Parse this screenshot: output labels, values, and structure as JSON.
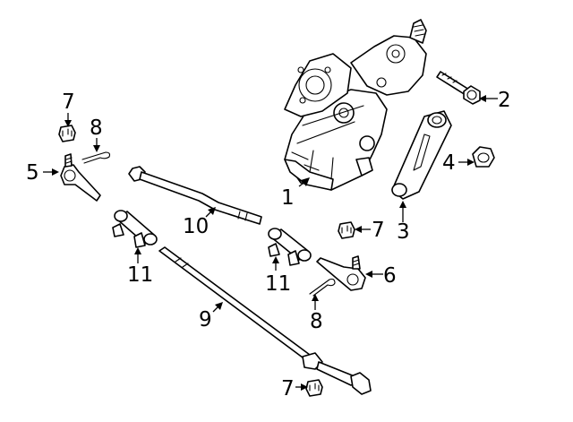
{
  "diagram": {
    "callouts": [
      {
        "id": "c1",
        "label": "1"
      },
      {
        "id": "c2",
        "label": "2"
      },
      {
        "id": "c3",
        "label": "3"
      },
      {
        "id": "c4",
        "label": "4"
      },
      {
        "id": "c5",
        "label": "5"
      },
      {
        "id": "c6",
        "label": "6"
      },
      {
        "id": "c7a",
        "label": "7"
      },
      {
        "id": "c7b",
        "label": "7"
      },
      {
        "id": "c7c",
        "label": "7"
      },
      {
        "id": "c8a",
        "label": "8"
      },
      {
        "id": "c8b",
        "label": "8"
      },
      {
        "id": "c9",
        "label": "9"
      },
      {
        "id": "c10",
        "label": "10"
      },
      {
        "id": "c11a",
        "label": "11"
      },
      {
        "id": "c11b",
        "label": "11"
      }
    ],
    "colors": {
      "line": "#000000",
      "background": "#ffffff"
    }
  }
}
